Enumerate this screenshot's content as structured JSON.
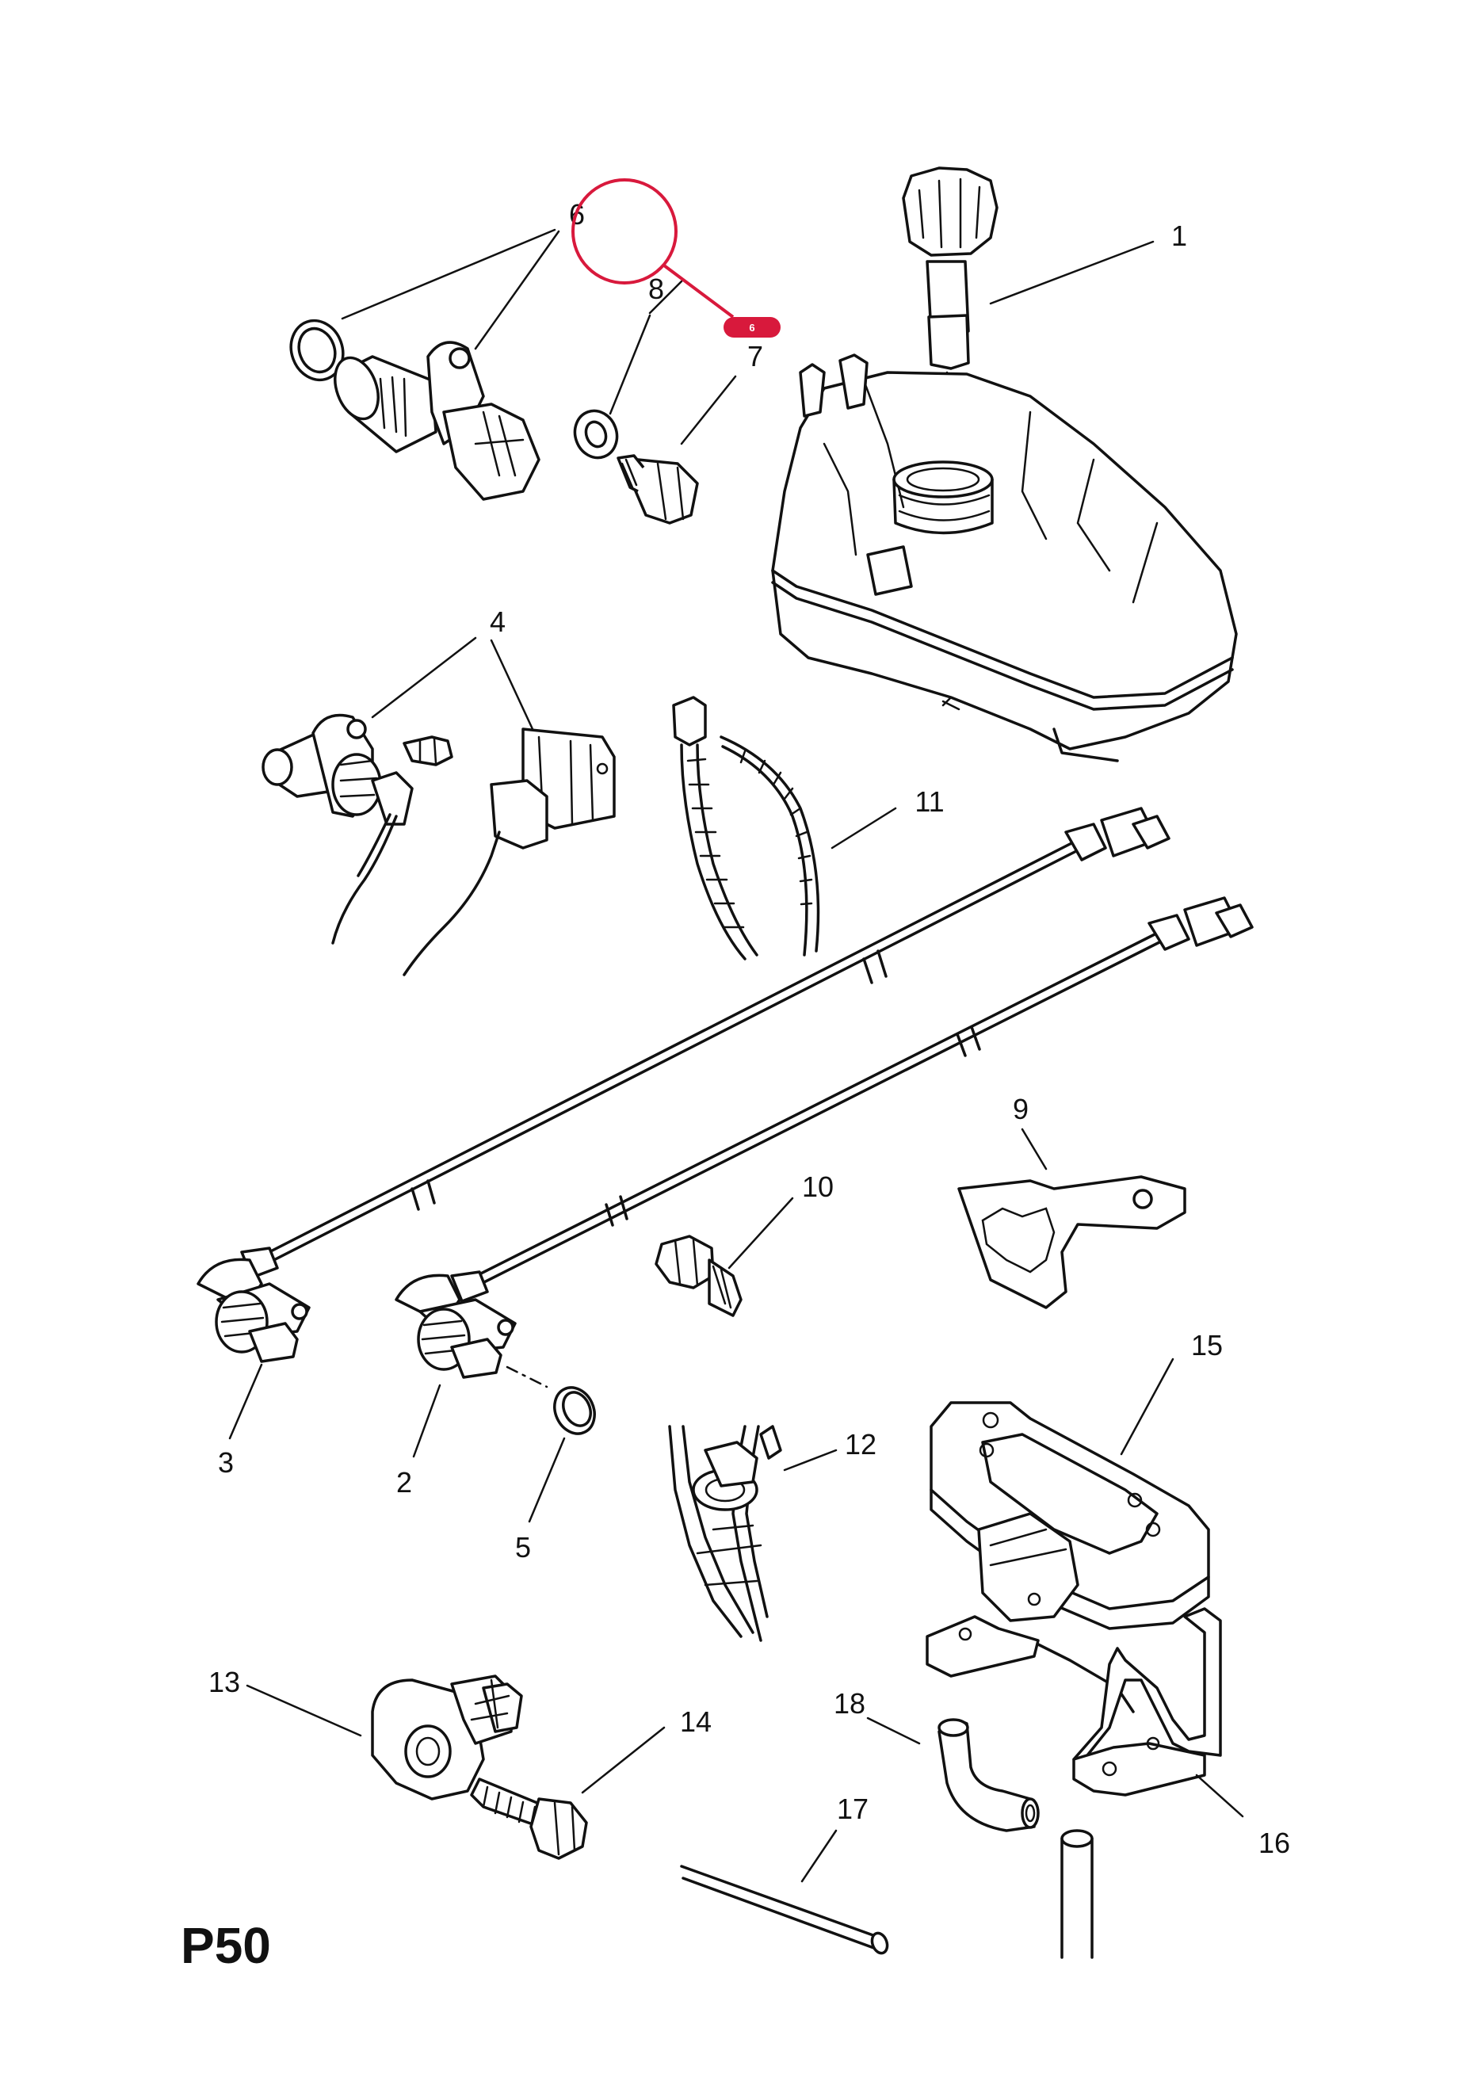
{
  "plate_label": "P50",
  "highlight": {
    "badge_label": "6",
    "color": "#d8193c"
  },
  "callouts": [
    {
      "id": "1",
      "label": "1"
    },
    {
      "id": "2",
      "label": "2"
    },
    {
      "id": "3",
      "label": "3"
    },
    {
      "id": "4",
      "label": "4"
    },
    {
      "id": "5",
      "label": "5"
    },
    {
      "id": "6",
      "label": "6"
    },
    {
      "id": "7",
      "label": "7"
    },
    {
      "id": "8",
      "label": "8"
    },
    {
      "id": "9",
      "label": "9"
    },
    {
      "id": "10",
      "label": "10"
    },
    {
      "id": "11",
      "label": "11"
    },
    {
      "id": "12",
      "label": "12"
    },
    {
      "id": "13",
      "label": "13"
    },
    {
      "id": "14",
      "label": "14"
    },
    {
      "id": "15",
      "label": "15"
    },
    {
      "id": "16",
      "label": "16"
    },
    {
      "id": "17",
      "label": "17"
    },
    {
      "id": "18",
      "label": "18"
    }
  ]
}
